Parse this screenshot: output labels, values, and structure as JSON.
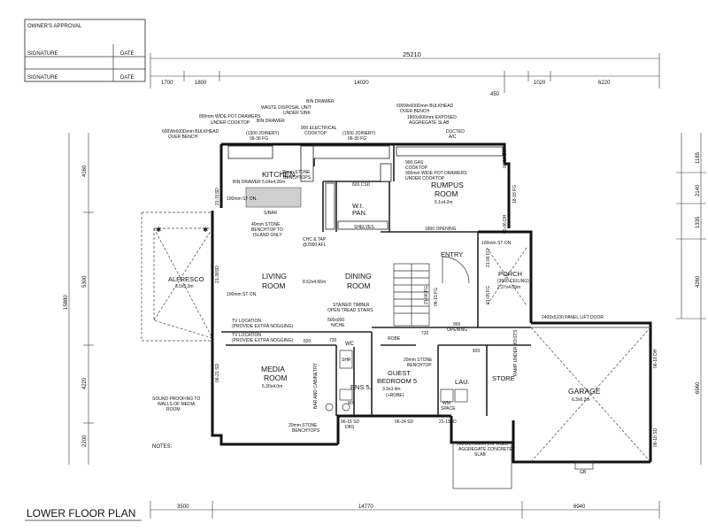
{
  "approval": {
    "owner_label": "OWNER'S APPROVAL",
    "rows": [
      {
        "signature": "SIGNATURE",
        "date": "DATE"
      },
      {
        "signature": "SIGNATURE",
        "date": "DATE"
      }
    ]
  },
  "dims": {
    "top_total": "25210",
    "top_1": "1700",
    "top_2": "1800",
    "top_3": "14020",
    "top_4": "1020",
    "top_5": "6220",
    "top_gap": "450",
    "left_total": "15880",
    "left_1": "4160",
    "left_2": "5300",
    "left_3": "4220",
    "left_4": "2200",
    "right_1": "1185",
    "right_2": "2140",
    "right_3": "1335",
    "right_4": "4260",
    "right_5": "6960",
    "bottom_1": "3500",
    "bottom_2": "14770",
    "bottom_3": "6940"
  },
  "rooms": {
    "kitchen": {
      "name": "KITCHEN",
      "size": "5.04x4.26m"
    },
    "rumpus": {
      "name": "RUMPUS",
      "name2": "ROOM",
      "size": "5.1x4.2m"
    },
    "wipan": {
      "name": "W.I.",
      "name2": "PAN."
    },
    "alfresco": {
      "name": "ALFRESCO",
      "size": "3.5x5.3m"
    },
    "living": {
      "name": "LIVING",
      "name2": "ROOM"
    },
    "dining": {
      "name": "DINING",
      "name2": "ROOM",
      "size": "8.62x4.66m"
    },
    "entry": {
      "name": "ENTRY"
    },
    "porch": {
      "name": "PORCH",
      "size_note": "(3600 CEILING)",
      "size": "2.37x4.09m"
    },
    "media": {
      "name": "MEDIA",
      "name2": "ROOM",
      "size": "5.30x4.0m"
    },
    "ens": {
      "name": "ENS 5."
    },
    "guest": {
      "name": "GUEST",
      "name2": "BEDROOM 5",
      "size": "3.3x3.4m",
      "note": "(+ROBE)"
    },
    "lau": {
      "name": "LAU."
    },
    "store": {
      "name": "STORE"
    },
    "garage": {
      "name": "GARAGE",
      "size": "6.3x6.3m"
    },
    "wc": {
      "name": "WC"
    }
  },
  "notes": {
    "bin_drawer_top": "BIN DRAWER",
    "waste_disposal": "WASTE DISPOSAL UNIT",
    "under_sink": "UNDER SINK",
    "bin_drawer_2": "BIN DRAWER",
    "pot_drawers": "800mm WIDE POT DRAWERS",
    "under_cooktop": "UNDER COOKTOP",
    "bulkhead_left": "600Wx600Dmm BULKHEAD",
    "over_bench_left": "OVER BENCH",
    "joinery_left": "(1500 JOINERY)",
    "fg_left": "06-36 FG",
    "elec_cooktop": "900 ELECTRICAL",
    "cooktop": "COOKTOP",
    "joinery_right": "(1500 JOINERY)",
    "fg_right": "06-30 FG",
    "bulkhead_right": "600Wx600Dmm BULKHEAD",
    "over_bench_right": "OVER BENCH",
    "exposed_slab": "1800x600mm EXPOSED",
    "aggregate_slab": "AGGREGATE SLAB",
    "ducted": "DUCTED",
    "ac": "A/C",
    "stone_bench_k": "20mm STONE",
    "benchtops_k": "BENCHTOPS",
    "gas_cooktop": "900 GAS",
    "cooktop_2": "COOKTOP",
    "pot_drawers_2": "900mm WIDE POT DRAWERS",
    "under_cooktop_2": "UNDER COOKTOP",
    "bin_drawer_3": "BIN DRAWER",
    "island_stone": "40mm STONE",
    "island_bench": "BENCHTOP TO",
    "island_only": "ISLAND ONLY",
    "sbar": "S/BAR",
    "chc_tap": "CHC & TAP",
    "afl": "@2000 AFL",
    "shelves": "SHELVES",
    "opening_1800": "1800 OPENING",
    "stair_note": "STAINED TIMBER",
    "stair_note2": "OPEN TREAD STAIRS",
    "tv_loc_1": "TV LOCATION",
    "tv_nog_1": "(PROVIDE EXTRA NOGGING)",
    "tv_loc_2": "TV LOCATION",
    "tv_nog_2": "(PROVIDE EXTRA NOGGING)",
    "niche": "500x900",
    "niche2": "NICHE",
    "robe": "ROBE",
    "stone_guest": "20mm STONE",
    "benchtop_guest": "BENCHTOP",
    "sound_1": "SOUND PROOFING TO",
    "sound_2": "WALLS OF MEDIA",
    "sound_3": "ROOM",
    "bar_cab": "BAR AND CABINETRY",
    "stone_bottom": "20mm STONE",
    "bench_bottom": "BENCHTOPS",
    "dbs": "06-15 SD",
    "dbs2": "DBS",
    "gar_door": "2400x5100 PANEL LIFT DOOR",
    "exposed_bottom": "3000x3700mm EXPOSED",
    "exposed_bottom2": "AGGREGATE CONCRETE",
    "exposed_bottom3": "SLAB",
    "notes_label": "NOTES:",
    "ramp": "RAMP UNDER JOISTS",
    "opening_900": "900",
    "opening_word": "OPENING",
    "wh": "WM",
    "space": "SPACE",
    "wc_label": "WC",
    "shr": "SHR",
    "gb": "GB",
    "d820a": "820",
    "d820b": "820",
    "d720": "720",
    "d720b": "720",
    "csd": "820 CSD",
    "std1": "100mm ST ON.",
    "std2": "100mm ST ON.",
    "std3": "100mm ST ON.",
    "fg_a": "21-31SD",
    "fg_b": "21-38SD",
    "fg_c": "06-21 SD",
    "fg_d": "18-18 FG",
    "fg_e": "06-06 DH",
    "fg_f": "06-18 DH",
    "fg_g": "06-18 SD",
    "fg_h": "06-24 SD",
    "fg_i": "21-15SD",
    "fg_j": "21-06 FG",
    "fg_k": "21-05 FG",
    "fg_l": "06-15 FG",
    "fg_m": "06-18 DH",
    "fg_n": "21-06 FG"
  },
  "title": "LOWER FLOOR PLAN"
}
